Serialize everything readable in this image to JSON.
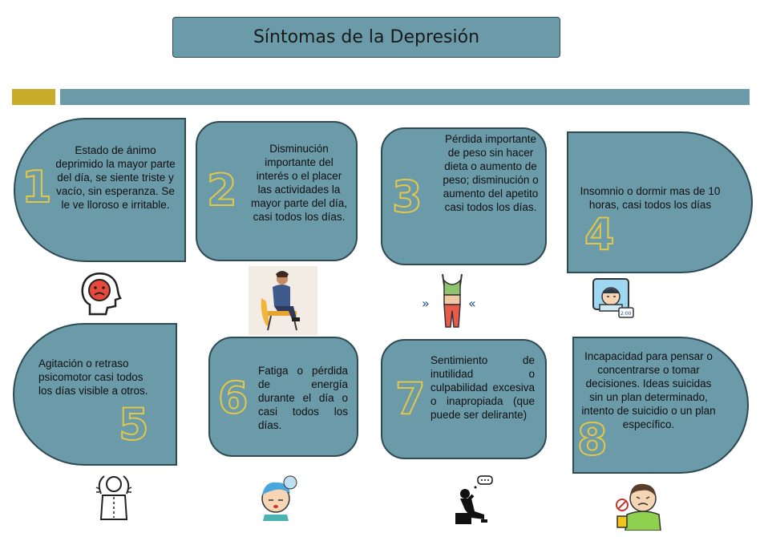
{
  "title": "Síntomas de la Depresión",
  "colors": {
    "card": "#6b9aa8",
    "border": "#2e4a55",
    "accent": "#c9ad2a",
    "number_outline": "#e3c74a"
  },
  "symptoms": [
    {
      "number": "1",
      "text": "Estado de ánimo deprimido la mayor parte del día, se siente triste y vacío, sin esperanza.  Se le ve lloroso e irritable.",
      "icon": "sad-head-icon"
    },
    {
      "number": "2",
      "text": "Disminución importante del interés o el placer las actividades la mayor parte del día, casi todos los días.",
      "icon": "sitting-man-icon"
    },
    {
      "number": "3",
      "text": "Pérdida importante de peso sin hacer dieta o aumento de peso; disminución o aumento del apetito casi todos los días.",
      "icon": "weight-loss-icon"
    },
    {
      "number": "4",
      "text": "Insomnio o dormir mas de 10 horas, casi todos los días",
      "icon": "insomnia-icon"
    },
    {
      "number": "5",
      "text": "Agitación o retraso psicomotor casi todos los días visible a otros.",
      "icon": "agitated-person-icon"
    },
    {
      "number": "6",
      "text": "Fatiga o pérdida de energía durante el día o casi todos los días.",
      "icon": "tired-face-icon"
    },
    {
      "number": "7",
      "text": "Sentimiento de inutilidad o culpabilidad excesiva o inapropiada (que puede ser delirante)",
      "icon": "thinking-person-icon"
    },
    {
      "number": "8",
      "text": "Incapacidad para pensar o concentrarse o tomar decisiones. Ideas suicidas sin un plan determinado, intento de suicidio o un plan específico.",
      "icon": "worried-person-icon"
    }
  ]
}
